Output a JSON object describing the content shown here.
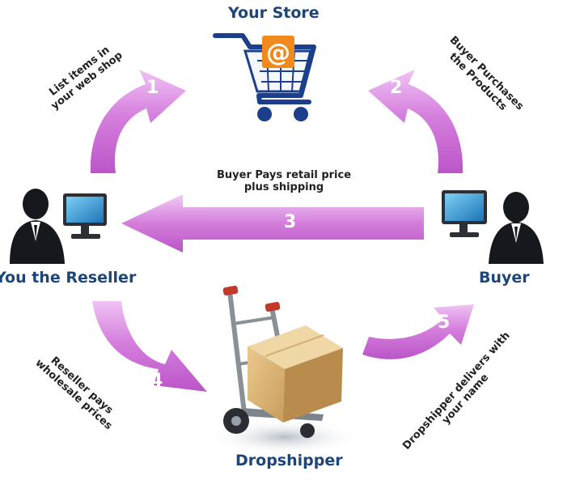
{
  "nodes": {
    "store": "Your Store",
    "reseller": "You the Reseller",
    "buyer": "Buyer",
    "dropshipper": "Dropshipper"
  },
  "steps": [
    {
      "number": "1",
      "line1": "List items in",
      "line2": "your web shop"
    },
    {
      "number": "2",
      "line1": "Buyer Purchases",
      "line2": "the Products"
    },
    {
      "number": "3",
      "line1": "Buyer Pays retail price",
      "line2": "plus shipping"
    },
    {
      "number": "4",
      "line1": "Reseller pays",
      "line2": "wholesale prices"
    },
    {
      "number": "5",
      "line1": "Dropshipper delivers with",
      "line2": "your name"
    }
  ],
  "cart_symbol": "@",
  "colors": {
    "arrow": "#cf6fd8",
    "arrow_light": "#f3c9f6",
    "label_blue": "#1d4577",
    "cart_blue": "#1c3f8c",
    "cart_orange": "#f08a1c"
  }
}
